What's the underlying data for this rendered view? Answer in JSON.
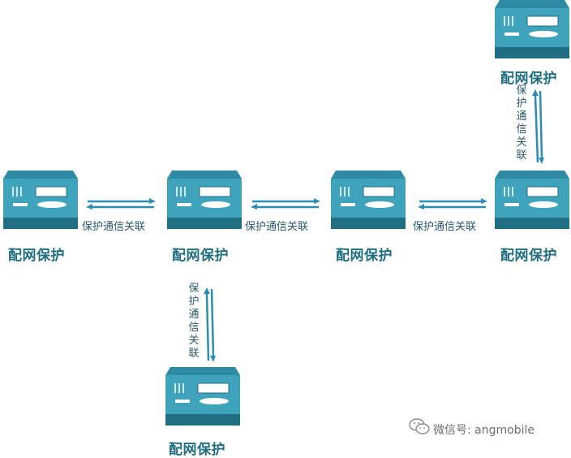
{
  "device_label": "配网保护",
  "link_label": "保护通信关联",
  "watermark": "微信号: angmobile",
  "colors": {
    "device_body": "#3fa3bc",
    "device_top": "#2f8aa3",
    "device_base": "#1f6e82",
    "text": "#1f6e82",
    "arrow": "#2c8db0"
  }
}
